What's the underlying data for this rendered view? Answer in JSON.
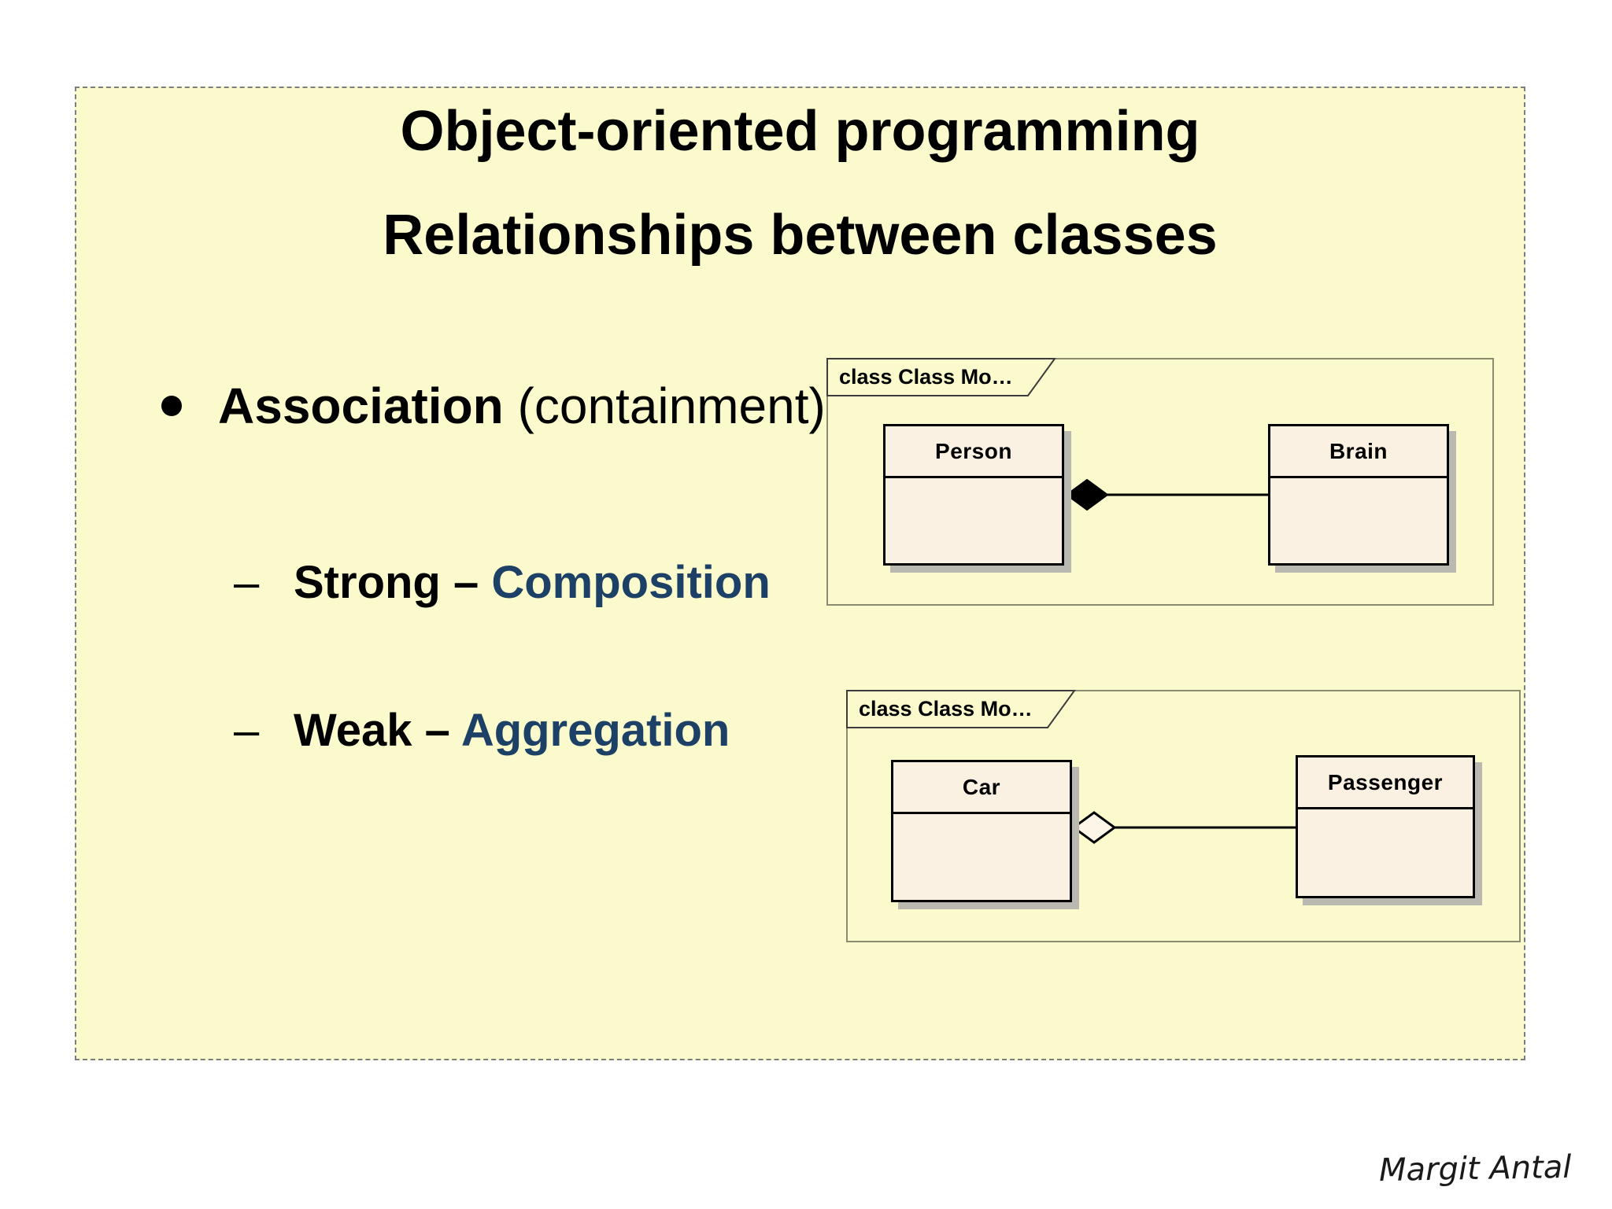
{
  "slide": {
    "background": "#fafacd",
    "border_color": "#7d7d7d",
    "title_line1": "Object-oriented programming",
    "title_line2": "Relationships between classes",
    "bullet": {
      "marker": "●",
      "bold": "Association",
      "regular": " (containment)"
    },
    "sub_bullets": [
      {
        "marker": "–",
        "bold": "Strong",
        "separator": " – ",
        "highlight": "Composition"
      },
      {
        "marker": "–",
        "bold": "Weak",
        "separator": " – ",
        "highlight": "Aggregation"
      }
    ],
    "highlight_color": "#1d4066"
  },
  "diagrams": [
    {
      "frame_label": "class Class Mo…",
      "left_class": {
        "name": "Person"
      },
      "right_class": {
        "name": "Brain"
      },
      "relation": "composition",
      "diamond": "filled"
    },
    {
      "frame_label": "class Class Mo…",
      "left_class": {
        "name": "Car"
      },
      "right_class": {
        "name": "Passenger"
      },
      "relation": "aggregation",
      "diamond": "hollow"
    }
  ],
  "signature": "Margit Antal",
  "colors": {
    "slide_bg": "#fafacd",
    "class_fill": "#faf1e3",
    "class_border": "#000000",
    "class_shadow": "#b9b9b2",
    "frame_border": "#8b8b70",
    "highlight_text": "#1d4066"
  }
}
